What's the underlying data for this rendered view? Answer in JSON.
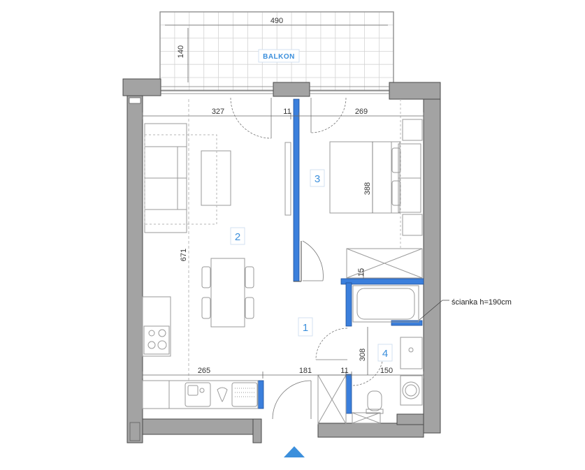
{
  "balcony": {
    "label": "BALKON",
    "width": "490",
    "depth": "140"
  },
  "dimensions": {
    "living_width": "327",
    "wall_thickness_top": "11",
    "bedroom_width": "269",
    "bedroom_depth": "388",
    "living_depth": "671",
    "bathroom_wall": "15",
    "kitchen_width": "265",
    "hall_width": "181",
    "wall_thickness_bottom": "11",
    "bath_width": "150",
    "bath_depth": "308"
  },
  "rooms": [
    {
      "number": "1"
    },
    {
      "number": "2"
    },
    {
      "number": "3"
    },
    {
      "number": "4"
    }
  ],
  "annotation": {
    "partition_note": "ścianka h=190cm"
  },
  "colors": {
    "wall": "#a3a3a3",
    "new_wall": "#3b7fdc",
    "accent": "#3b8fdc",
    "furniture": "#9a9a9a"
  }
}
